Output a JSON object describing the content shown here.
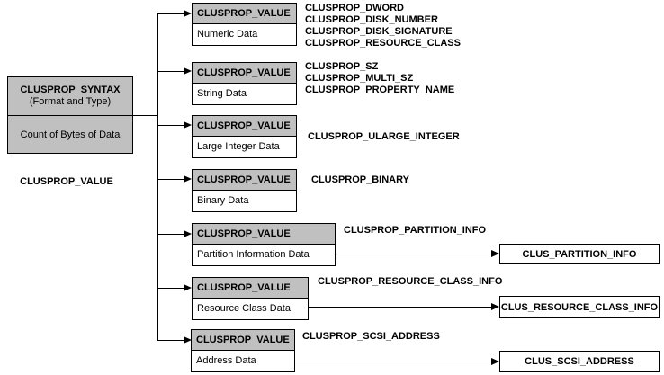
{
  "diagram": {
    "colors": {
      "box_fill": "#c0c0c0",
      "line": "#000000",
      "background": "#ffffff",
      "text": "#000000"
    },
    "root": {
      "title": "CLUSPROP_SYNTAX",
      "subtitle": "(Format and Type)",
      "count_label": "Count of Bytes of Data",
      "caption": "CLUSPROP_VALUE"
    },
    "rows": [
      {
        "header": "CLUSPROP_VALUE",
        "body": "Numeric Data",
        "types": [
          "CLUSPROP_DWORD",
          "CLUSPROP_DISK_NUMBER",
          "CLUSPROP_DISK_SIGNATURE",
          "CLUSPROP_RESOURCE_CLASS"
        ]
      },
      {
        "header": "CLUSPROP_VALUE",
        "body": "String Data",
        "types": [
          "CLUSPROP_SZ",
          "CLUSPROP_MULTI_SZ",
          "CLUSPROP_PROPERTY_NAME"
        ]
      },
      {
        "header": "CLUSPROP_VALUE",
        "body": "Large Integer Data",
        "types": [
          "CLUSPROP_ULARGE_INTEGER"
        ]
      },
      {
        "header": "CLUSPROP_VALUE",
        "body": "Binary Data",
        "types": [
          "CLUSPROP_BINARY"
        ]
      },
      {
        "header": "CLUSPROP_VALUE",
        "body": "Partition Information Data",
        "types": [
          "CLUSPROP_PARTITION_INFO"
        ]
      },
      {
        "header": "CLUSPROP_VALUE",
        "body": "Resource Class Data",
        "types": [
          "CLUSPROP_RESOURCE_CLASS_INFO"
        ]
      },
      {
        "header": "CLUSPROP_VALUE",
        "body": "Address Data",
        "types": [
          "CLUSPROP_SCSI_ADDRESS"
        ]
      }
    ],
    "result_boxes": [
      {
        "label": "CLUS_PARTITION_INFO"
      },
      {
        "label": "CLUS_RESOURCE_CLASS_INFO"
      },
      {
        "label": "CLUS_SCSI_ADDRESS"
      }
    ]
  }
}
